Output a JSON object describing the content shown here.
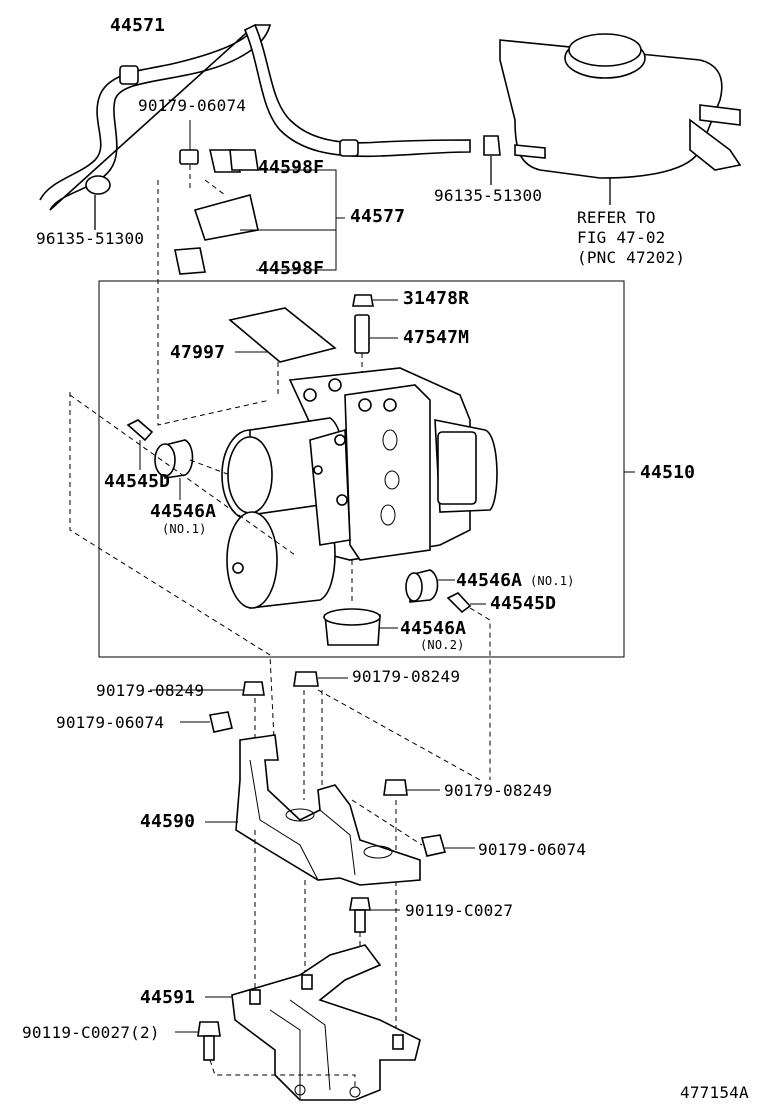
{
  "labels": {
    "p44571": "44571",
    "p90179_06074_top": "90179-06074",
    "p44598F_top": "44598F",
    "p44577": "44577",
    "p44598F_bot": "44598F",
    "p96135_left": "96135-51300",
    "p96135_right": "96135-51300",
    "refer1": "REFER TO",
    "refer2": "FIG 47-02",
    "refer3": "(PNC 47202)",
    "p31478R": "31478R",
    "p47547M": "47547M",
    "p47997": "47997",
    "p44510": "44510",
    "p44545D_left": "44545D",
    "p44546A_left": "44546A",
    "no1_left": "(NO.1)",
    "p44546A_right": "44546A",
    "no1_right": "(NO.1)",
    "p44545D_right": "44545D",
    "p44546A_bottom": "44546A",
    "no2": "(NO.2)",
    "p90179_08249_a": "90179-08249",
    "p90179_08249_b": "90179-08249",
    "p90179_06074_mid": "90179-06074",
    "p90179_08249_c": "90179-08249",
    "p44590": "44590",
    "p90179_06074_low": "90179-06074",
    "p90119_C0027": "90119-C0027",
    "p44591": "44591",
    "p90119_C0027_2": "90119-C0027(2)",
    "fig_id": "477154A"
  }
}
